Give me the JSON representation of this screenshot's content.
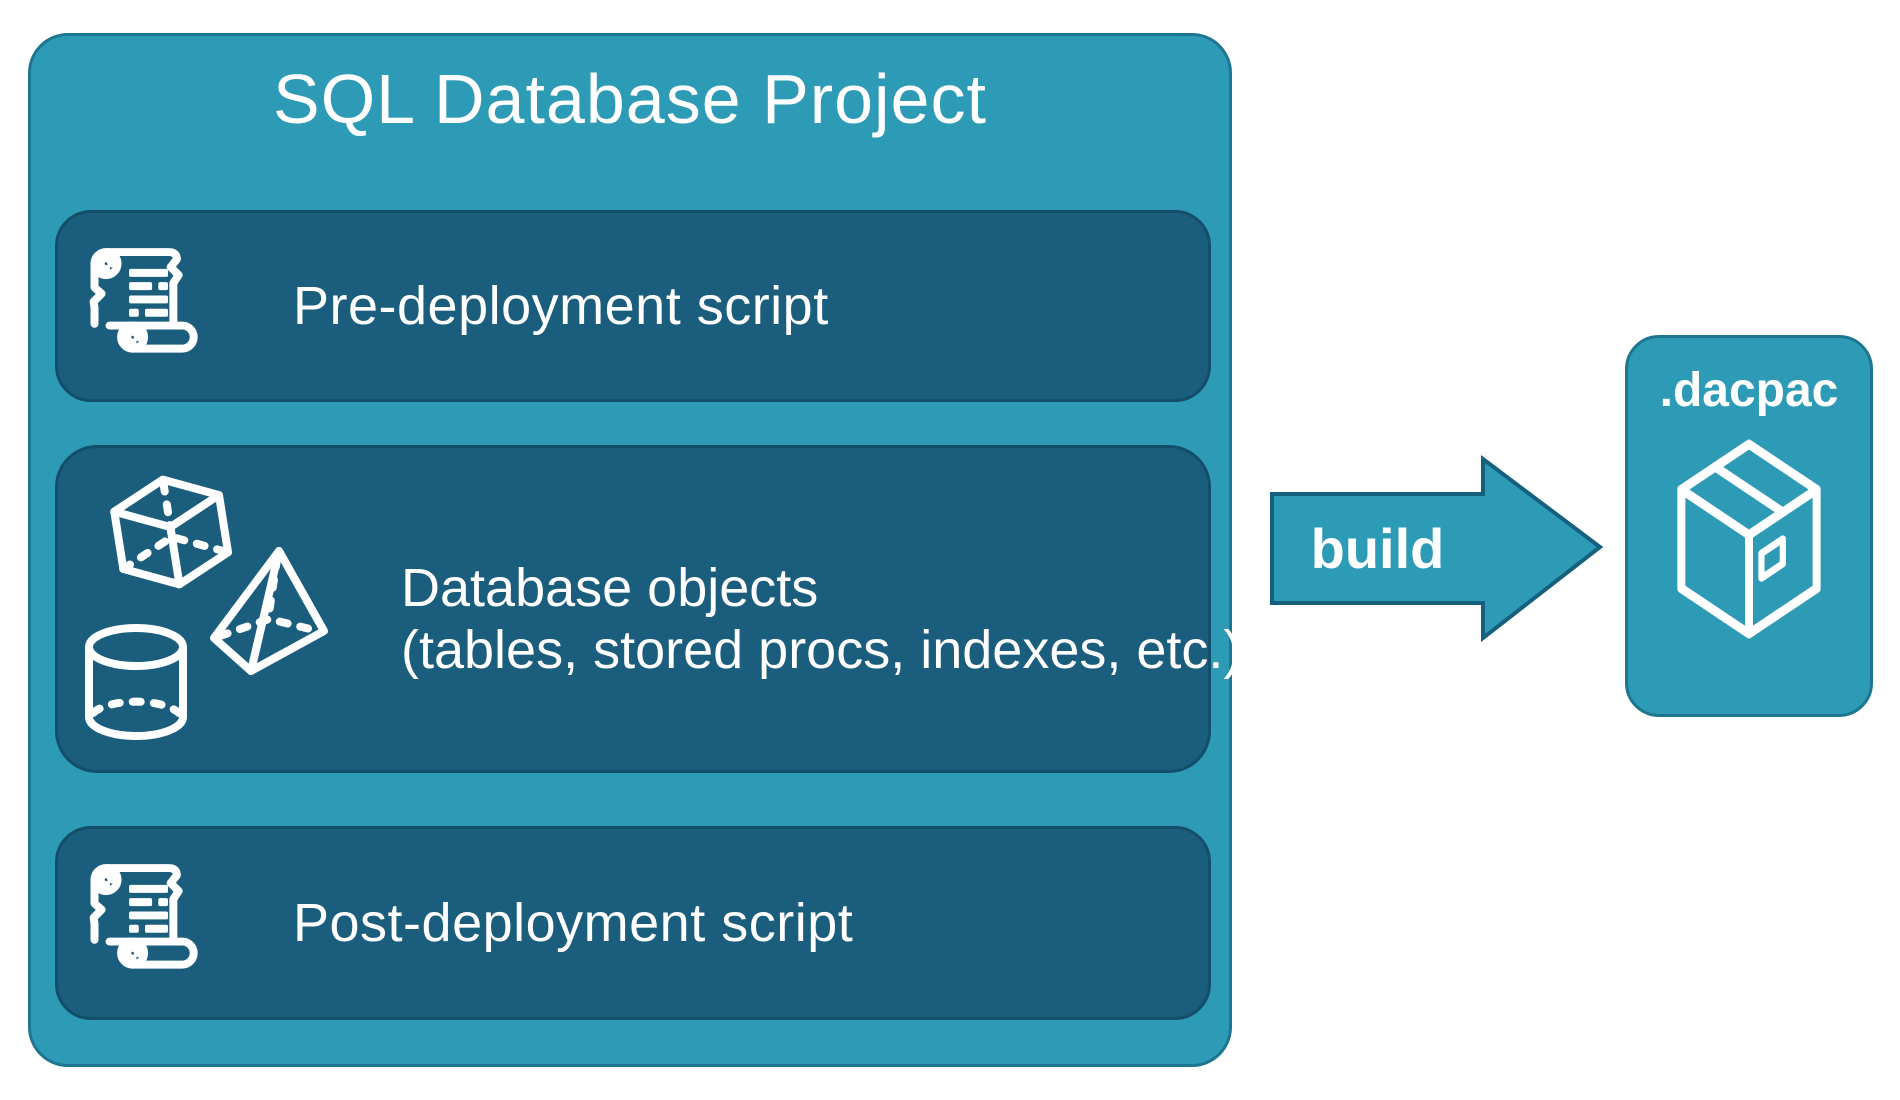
{
  "colors": {
    "teal_fill": "#2E9BB6",
    "teal_border": "#1C7690",
    "dark_panel_fill": "#1A5D7C",
    "dark_panel_border": "#134E6B",
    "text_white": "#FFFFFF",
    "background": "#FFFFFF"
  },
  "project": {
    "title": "SQL Database Project",
    "items": [
      {
        "icon": "scroll-icon",
        "label": "Pre-deployment script"
      },
      {
        "icon": "db-shapes-icon",
        "label_line1": "Database objects",
        "label_line2": "(tables, stored procs, indexes, etc.)"
      },
      {
        "icon": "scroll-icon",
        "label": "Post-deployment script"
      }
    ]
  },
  "build_arrow": {
    "label": "build"
  },
  "artifact": {
    "title": ".dacpac",
    "icon": "package-icon"
  }
}
